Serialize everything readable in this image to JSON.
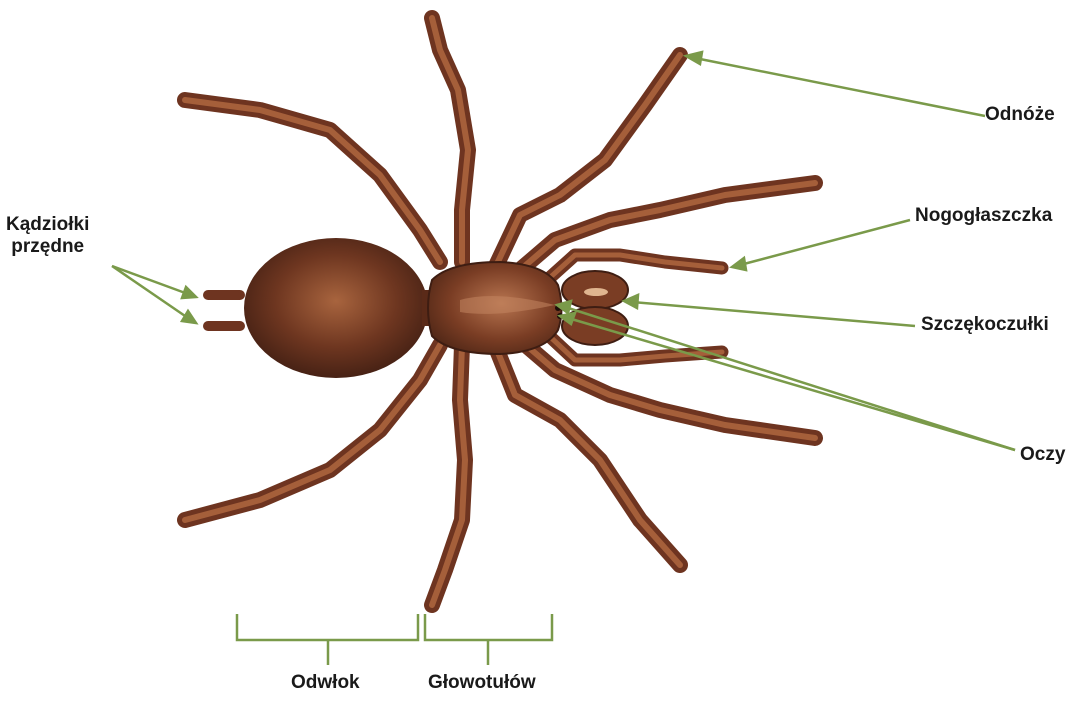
{
  "diagram": {
    "labels": {
      "legs": "Odnóże",
      "pedipalps": "Nogogłaszczka",
      "chelicerae": "Szczękoczułki",
      "eyes": "Oczy",
      "spinnerets_line1": "Kądziołki",
      "spinnerets_line2": "przędne",
      "abdomen": "Odwłok",
      "cephalothorax": "Głowotułów"
    },
    "colors": {
      "pointer": "#7a9a4a",
      "body_dark": "#4a2416",
      "body_mid": "#7a3d24",
      "body_light": "#b56f48",
      "text": "#1a1a1a"
    }
  }
}
